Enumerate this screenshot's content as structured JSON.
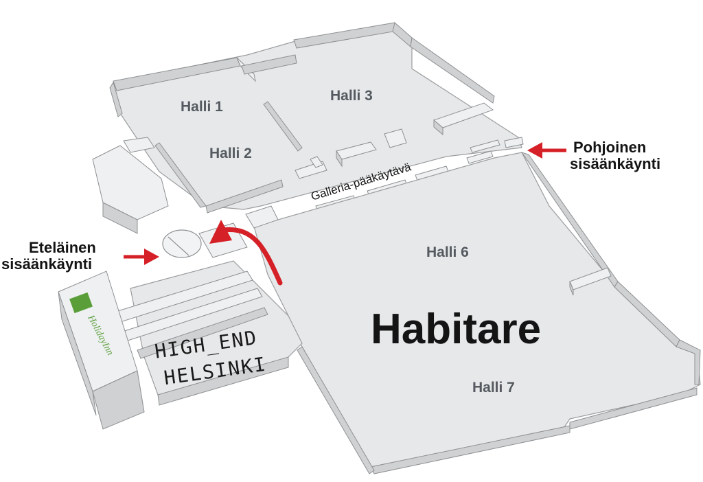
{
  "halls": {
    "halli1": "Halli 1",
    "halli2": "Halli 2",
    "halli3": "Halli 3",
    "halli6": "Halli 6",
    "halli7": "Halli 7"
  },
  "corridor": "Galleria-pääkäytävä",
  "event": "Habitare",
  "hotel_logo_text": "HolidayInn",
  "high_end": {
    "line1": "HIGH_END",
    "line2": "HELSINKI"
  },
  "north_entrance": {
    "line1": "Pohjoinen",
    "line2": "sisäänkäynti"
  },
  "south_entrance": {
    "line1": "Eteläinen",
    "line2": "sisäänkäynti"
  },
  "colors": {
    "arrow": "#d42026",
    "hotel_logo": "#5a9e3a",
    "floor": "#e6e8e9",
    "label": "#555a60"
  }
}
